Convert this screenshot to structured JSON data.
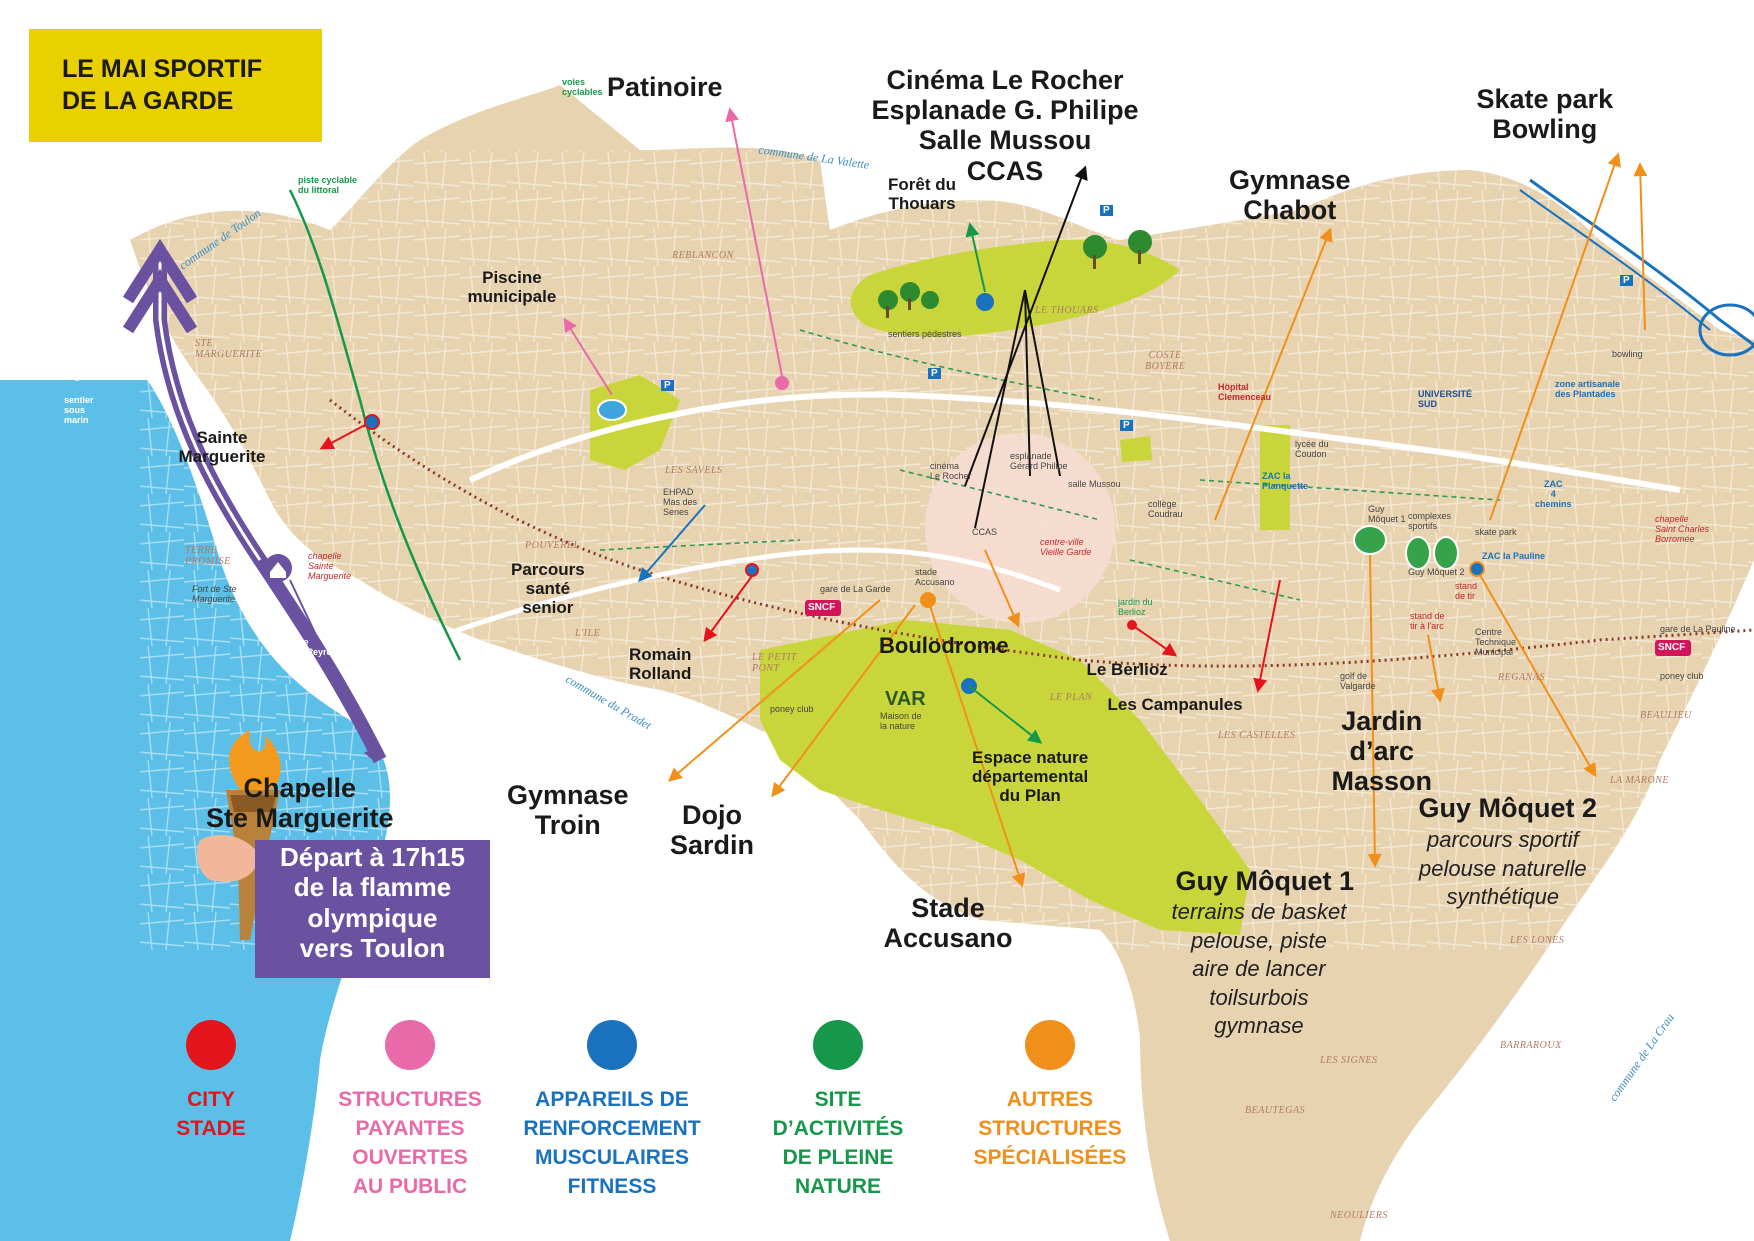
{
  "title": "LE MAI SPORTIF\nDE LA GARDE",
  "colors": {
    "sea": "#5bbfe8",
    "land": "#e8d3b0",
    "green_zone": "#c9d63b",
    "title_bg": "#e9d000",
    "torch_box": "#6a52a0",
    "city_stade": "#e3141c",
    "payantes": "#e86aa8",
    "fitness": "#1a72be",
    "nature": "#16974a",
    "autres": "#f0901b"
  },
  "labels": {
    "patinoire": "Patinoire",
    "cinema": "Cinéma Le Rocher\nEsplanade G. Philipe\nSalle Mussou\nCCAS",
    "skate": "Skate park\nBowling",
    "gymnase_chabot": "Gymnase\nChabot",
    "foret": "Forêt du\nThouars",
    "piscine": "Piscine\nmunicipale",
    "sainte_marguerite": "Sainte\nMarguerite",
    "parcours_sante": "Parcours\nsanté\nsenior",
    "romain_rolland": "Romain\nRolland",
    "boulodrome": "Boulodrome",
    "le_berlioz": "Le Berlioz",
    "les_campanules": "Les Campanules",
    "espace_nature": "Espace nature\ndépartemental\ndu Plan",
    "gymnase_troin": "Gymnase\nTroin",
    "dojo_sardin": "Dojo\nSardin",
    "stade_accusano": "Stade\nAccusano",
    "jardin_arc": "Jardin\nd’arc\nMasson",
    "guy_moquet_1": "Guy Môquet 1",
    "guy_moquet_1_desc": "terrains de basket\npelouse, piste\naire de lancer\ntoilsurbois\ngymnase",
    "guy_moquet_2": "Guy Môquet 2",
    "guy_moquet_2_desc": "parcours sportif\npelouse naturelle\nsynthétique",
    "chapelle": "Chapelle\nSte Marguerite",
    "torch_text": "Départ à 17h15\nde la flamme\nolympique\nvers Toulon"
  },
  "map_text": {
    "voies_cyclables": "voies\ncyclables",
    "piste_cyclable": "piste cyclable\ndu littoral",
    "commune_toulon": "commune de Toulon",
    "commune_valette": "commune de La Valette",
    "commune_pradet": "commune du Pradet",
    "commune_crau": "commune de La Crau",
    "reblancon": "REBLANCON",
    "le_thouars": "LE THOUARS",
    "coste_boyere": "COSTE\nBOYERE",
    "ste_marguerite_q": "STE\nMARGUERITE",
    "les_savels": "LES SAVELS",
    "terre_promise": "TERRE\nPROMISE",
    "pouverel": "POUVEREL",
    "l_ile": "L'ILE",
    "le_petit_pont": "LE PETIT\nPONT",
    "le_plan": "LE PLAN",
    "les_castelles": "LES CASTELLES",
    "reganas": "REGANAS",
    "beaulieu": "BEAULIEU",
    "la_marone": "LA MARONE",
    "les_lones": "LES LONES",
    "barbarous": "BARRAROUX",
    "les_signes": "LES SIGNES",
    "beautegas": "BEAUTEGAS",
    "neouliers": "NEOULIERS",
    "universite": "UNIVERSITÉ\nSUD",
    "hopital": "Hôpital\nClemenceau",
    "cinema_small": "cinéma\nLe Rocher",
    "esplanade_small": "esplanade\nGérard Philipe",
    "salle_small": "salle Mussou",
    "centre_ville": "centre-ville\nVieille Garde",
    "ccas_small": "CCAS",
    "stade_small": "stade\nAccusano",
    "zac_planquette": "ZAC la\nPlanquette",
    "zac_pauline": "ZAC la Pauline",
    "zac_4_chemins": "ZAC\n4\nchemins",
    "zone_plantades": "zone artisanale\ndes Plantades",
    "skate_small": "skate park",
    "bowling_small": "bowling",
    "complexes": "complexes\nsportifs",
    "guy1_small": "Guy\nMôquet 1",
    "guy2_small": "Guy Môquet 2",
    "stand_tir": "stand\nde tir",
    "stand_arc": "stand de\ntir à l'arc",
    "centre_technique": "Centre\nTechnique\nMunicipal",
    "golf": "golf de\nValgarde",
    "poney_club": "poney club",
    "maison_nature": "Maison de\nla nature",
    "var": "VAR",
    "sentiers": "sentiers pédestres",
    "sncf": "SNCF",
    "gare_garde": "gare de La Garde",
    "gare_pauline": "gare de La Pauline",
    "ehpad": "EHPAD\nMas des\nSenes",
    "fort": "Fort de Ste\nMarguerite",
    "chapelle_small": "chapelle\nSainte\nMarguerite",
    "chapelle_charles": "chapelle\nSaint Charles\nBorromée",
    "anse_magaud": "anse\nMagaud",
    "anse_san_peyre": "anse\nSan Peyre",
    "sentier_marin": "sentier\nsous\nmarin",
    "parking": "P",
    "college": "collège\nCoudrau",
    "lycee": "lycée du\nCoudon",
    "jardin_berlioz": "jardin du\nBerlioz"
  },
  "legend": [
    {
      "color": "#e3141c",
      "text": "CITY\nSTADE"
    },
    {
      "color": "#e86aa8",
      "text": "STRUCTURES\nPAYANTES\nOUVERTES\nAU PUBLIC"
    },
    {
      "color": "#1a72be",
      "text": "APPAREILS DE\nRENFORCEMENT\nMUSCULAIRES\nFITNESS"
    },
    {
      "color": "#16974a",
      "text": "SITE\nD’ACTIVITÉS\nDE PLEINE\nNATURE"
    },
    {
      "color": "#f0901b",
      "text": "AUTRES\nSTRUCTURES\nSPÉCIALISÉES"
    }
  ]
}
